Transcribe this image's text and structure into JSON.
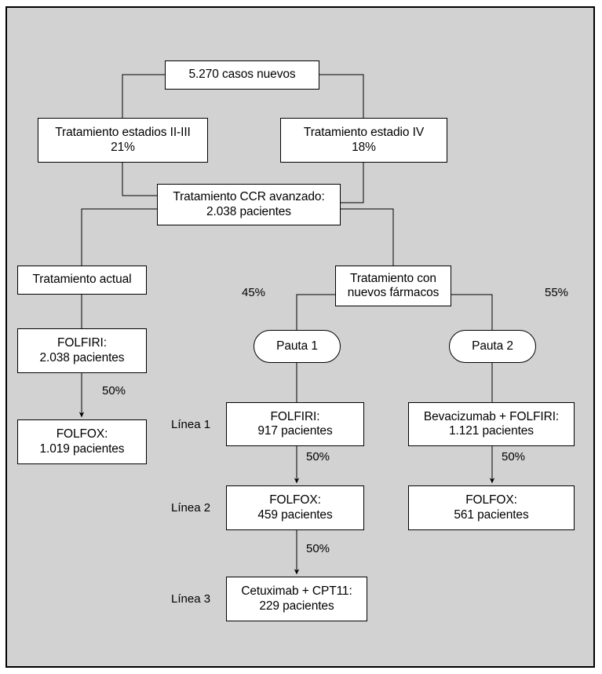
{
  "figure": {
    "kind": "flowchart",
    "language": "es",
    "background_color": "#d2d2d2",
    "node_fill": "#ffffff",
    "line_color": "#000000"
  },
  "nodes": {
    "casos_nuevos": {
      "l1": "5.270 casos nuevos",
      "l2": ""
    },
    "estadios_ii_iii": {
      "l1": "Tratamiento estadios II-III",
      "l2": "21%"
    },
    "estadio_iv": {
      "l1": "Tratamiento estadio IV",
      "l2": "18%"
    },
    "ccr_avanzado": {
      "l1": "Tratamiento CCR avanzado:",
      "l2": "2.038 pacientes"
    },
    "tratamiento_actual": {
      "l1": "Tratamiento actual",
      "l2": ""
    },
    "nuevos_farmacos": {
      "l1": "Tratamiento con",
      "l2": "nuevos fármacos"
    },
    "pauta_1": {
      "l1": "Pauta 1",
      "l2": ""
    },
    "pauta_2": {
      "l1": "Pauta 2",
      "l2": ""
    },
    "actual_folfiri": {
      "l1": "FOLFIRI:",
      "l2": "2.038 pacientes"
    },
    "actual_folfox": {
      "l1": "FOLFOX:",
      "l2": "1.019 pacientes"
    },
    "p1_linea1": {
      "l1": "FOLFIRI:",
      "l2": "917 pacientes"
    },
    "p1_linea2": {
      "l1": "FOLFOX:",
      "l2": "459 pacientes"
    },
    "p1_linea3": {
      "l1": "Cetuximab + CPT11:",
      "l2": "229 pacientes"
    },
    "p2_linea1": {
      "l1": "Bevacizumab + FOLFIRI:",
      "l2": "1.121 pacientes"
    },
    "p2_linea2": {
      "l1": "FOLFOX:",
      "l2": "561 pacientes"
    }
  },
  "edge_labels": {
    "pauta1_share": "45%",
    "pauta2_share": "55%",
    "actual_folfiri_to_folfox": "50%",
    "p1_l1_to_l2": "50%",
    "p1_l2_to_l3": "50%",
    "p2_l1_to_l2": "50%"
  },
  "line_labels": {
    "linea_1": "Línea 1",
    "linea_2": "Línea 2",
    "linea_3": "Línea 3"
  }
}
